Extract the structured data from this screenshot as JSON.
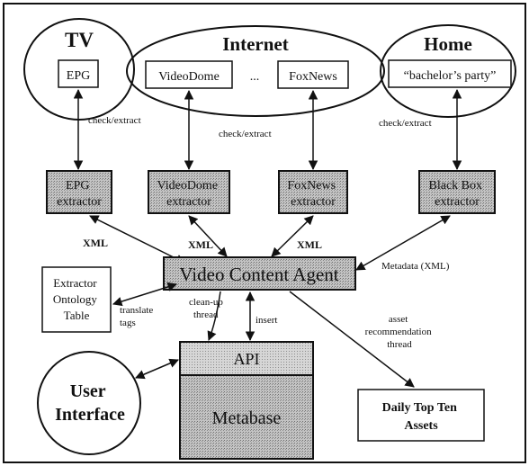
{
  "groups": {
    "tv": "TV",
    "internet": "Internet",
    "home": "Home"
  },
  "sources": {
    "epg": "EPG",
    "videodome": "VideoDome",
    "ellipsis": "...",
    "foxnews": "FoxNews",
    "bachelor": "“bachelor’s party”"
  },
  "extractors": {
    "epg": [
      "EPG",
      "extractor"
    ],
    "videodome": [
      "VideoDome",
      "extractor"
    ],
    "foxnews": [
      "FoxNews",
      "extractor"
    ],
    "blackbox": [
      "Black Box",
      "extractor"
    ]
  },
  "agent": "Video Content Agent",
  "ontology": [
    "Extractor",
    "Ontology",
    "Table"
  ],
  "api": "API",
  "metabase": "Metabase",
  "user_interface": [
    "User",
    "Interface"
  ],
  "daily_top": [
    "Daily Top Ten",
    "Assets"
  ],
  "labels": {
    "check_extract_left": "check/extract",
    "check_extract_mid": "check/extract",
    "check_extract_right": "check/extract",
    "xml_1": "XML",
    "xml_2": "XML",
    "xml_3": "XML",
    "metadata_xml": "Metadata (XML)",
    "translate_tags": [
      "translate",
      "tags"
    ],
    "cleanup_thread": [
      "clean-up",
      "thread"
    ],
    "insert": "insert",
    "asset_rec": [
      "asset",
      "recommendation",
      "thread"
    ]
  },
  "colors": {
    "stroke": "#111111",
    "shade": "#9a9a9a",
    "shade_light": "#bdbdbd",
    "background": "#ffffff"
  }
}
